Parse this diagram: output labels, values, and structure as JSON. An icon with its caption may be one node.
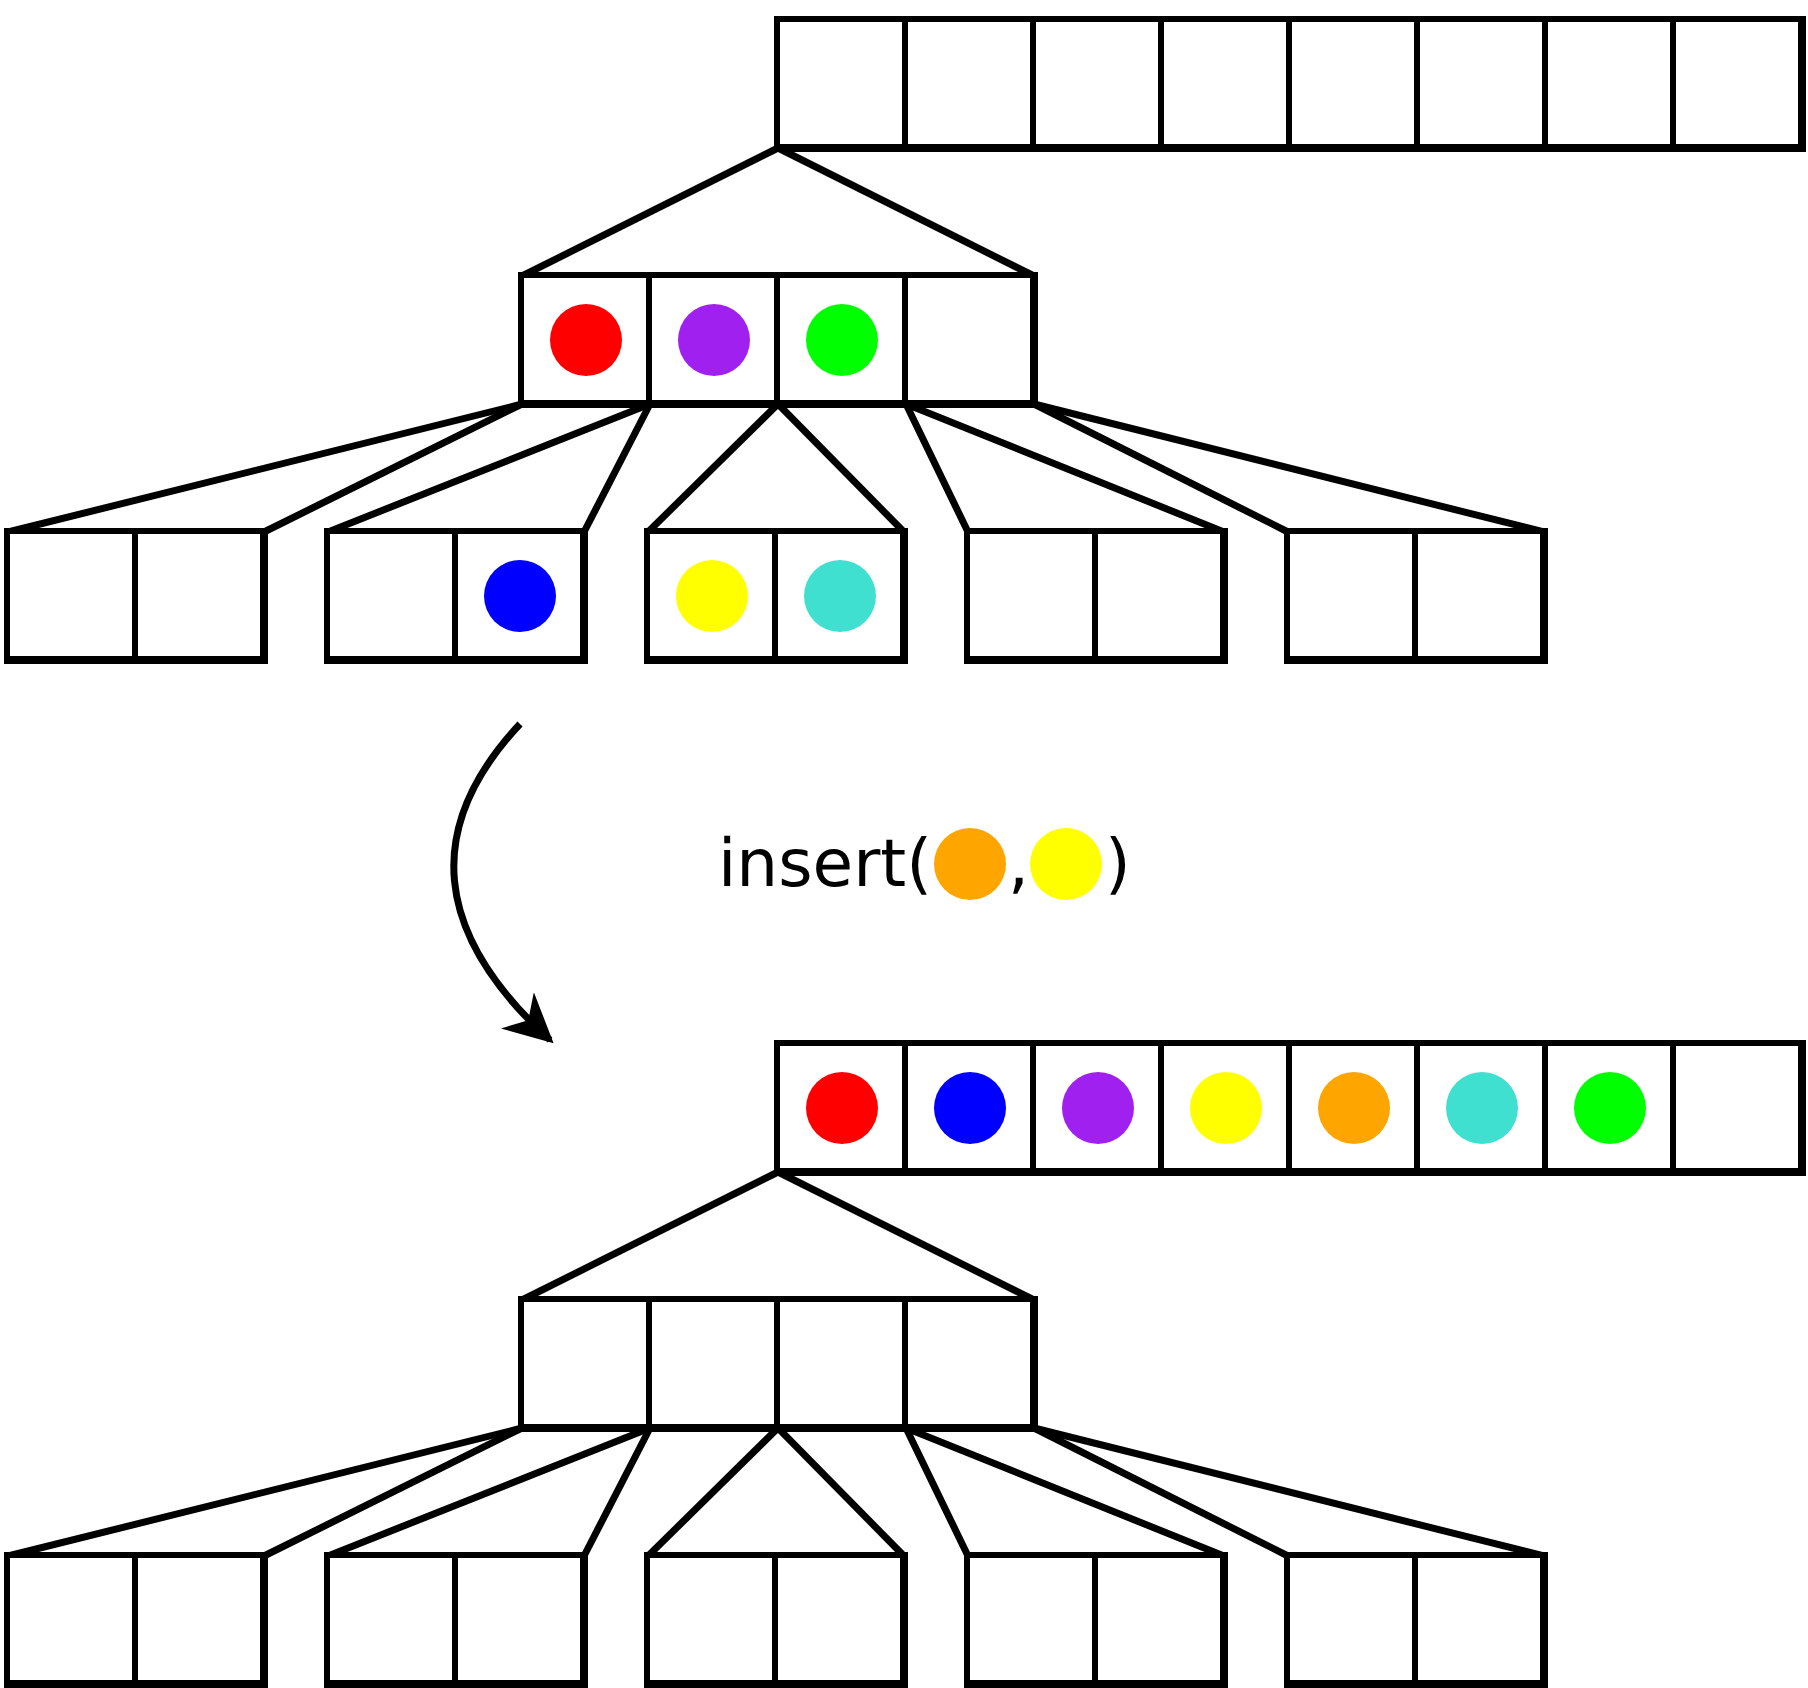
{
  "diagram": {
    "nodes": [
      {
        "text": [],
        "shape": "box"
      },
      {
        "text": [],
        "shape": "box",
        "in": 0
      },
      {
        "text": [],
        "shape": "box",
        "in": 0
      },
      {
        "text": [],
        "shape": "box",
        "in": 0
      },
      {
        "text": [],
        "shape": "box",
        "in": 0
      },
      {
        "text": [],
        "shape": "box",
        "in": 0
      },
      {
        "text": [],
        "shape": "box",
        "in": 0
      },
      {
        "text": [],
        "shape": "box",
        "in": 0
      },
      {
        "text": [],
        "shape": "box",
        "in": 0
      },
      {
        "text": [],
        "shape": "box"
      },
      {
        "text": [],
        "shape": "box",
        "in": 9
      },
      {
        "text": [],
        "shape": "circle",
        "in": 10
      },
      {
        "text": [],
        "shape": "box",
        "in": 9
      },
      {
        "text": [],
        "shape": "circle",
        "in": 12
      },
      {
        "text": [],
        "shape": "box",
        "in": 9
      },
      {
        "text": [],
        "shape": "circle",
        "in": 14
      },
      {
        "text": [],
        "shape": "box",
        "in": 9
      },
      {
        "text": [],
        "shape": "box"
      },
      {
        "text": [],
        "shape": "box",
        "in": 17
      },
      {
        "text": [],
        "shape": "box",
        "in": 17
      },
      {
        "text": [],
        "shape": "box"
      },
      {
        "text": [],
        "shape": "box",
        "in": 20
      },
      {
        "text": [],
        "shape": "box",
        "in": 20
      },
      {
        "text": [],
        "shape": "circle",
        "in": 22
      },
      {
        "text": [],
        "shape": "box"
      },
      {
        "text": [],
        "shape": "box",
        "in": 24
      },
      {
        "text": [],
        "shape": "circle",
        "in": 25
      },
      {
        "text": [],
        "shape": "box",
        "in": 24
      },
      {
        "text": [],
        "shape": "circle",
        "in": 27
      },
      {
        "text": [],
        "shape": "box"
      },
      {
        "text": [],
        "shape": "box",
        "in": 29
      },
      {
        "text": [],
        "shape": "box",
        "in": 29
      },
      {
        "text": [],
        "shape": "box"
      },
      {
        "text": [],
        "shape": "box",
        "in": 32
      },
      {
        "text": [],
        "shape": "box",
        "in": 32
      },
      {
        "text": [
          "insert(",
          ",",
          ")"
        ]
      },
      {
        "text": [],
        "shape": "circle",
        "in": 35
      },
      {
        "text": [],
        "shape": "circle",
        "in": 35
      },
      {
        "text": [],
        "shape": "box"
      },
      {
        "text": [],
        "shape": "box",
        "in": 38
      },
      {
        "text": [],
        "shape": "circle",
        "in": 39
      },
      {
        "text": [],
        "shape": "box",
        "in": 38
      },
      {
        "text": [],
        "shape": "circle",
        "in": 41
      },
      {
        "text": [],
        "shape": "box",
        "in": 38
      },
      {
        "text": [],
        "shape": "circle",
        "in": 43
      },
      {
        "text": [],
        "shape": "box",
        "in": 38
      },
      {
        "text": [],
        "shape": "circle",
        "in": 45
      },
      {
        "text": [],
        "shape": "box",
        "in": 38
      },
      {
        "text": [],
        "shape": "circle",
        "in": 47
      },
      {
        "text": [],
        "shape": "box",
        "in": 38
      },
      {
        "text": [],
        "shape": "circle",
        "in": 49
      },
      {
        "text": [],
        "shape": "box",
        "in": 38
      },
      {
        "text": [],
        "shape": "circle",
        "in": 51
      },
      {
        "text": [],
        "shape": "box",
        "in": 38
      },
      {
        "text": [],
        "shape": "box"
      },
      {
        "text": [],
        "shape": "box",
        "in": 54
      },
      {
        "text": [],
        "shape": "box",
        "in": 54
      },
      {
        "text": [],
        "shape": "box",
        "in": 54
      },
      {
        "text": [],
        "shape": "box",
        "in": 54
      },
      {
        "text": [],
        "shape": "box"
      },
      {
        "text": [],
        "shape": "box",
        "in": 59
      },
      {
        "text": [],
        "shape": "box",
        "in": 59
      },
      {
        "text": [],
        "shape": "box"
      },
      {
        "text": [],
        "shape": "box",
        "in": 62
      },
      {
        "text": [],
        "shape": "box",
        "in": 62
      },
      {
        "text": [],
        "shape": "box"
      },
      {
        "text": [],
        "shape": "box",
        "in": 65
      },
      {
        "text": [],
        "shape": "box",
        "in": 65
      },
      {
        "text": [],
        "shape": "box"
      },
      {
        "text": [],
        "shape": "box",
        "in": 68
      },
      {
        "text": [],
        "shape": "box",
        "in": 68
      },
      {
        "text": [],
        "shape": "box"
      },
      {
        "text": [],
        "shape": "box",
        "in": 71
      },
      {
        "text": [],
        "shape": "box",
        "in": 71
      }
    ],
    "edges": [
      {
        "from": 0,
        "to": 10,
        "arrow": "none"
      },
      {
        "from": 0,
        "to": 16,
        "arrow": "none"
      },
      {
        "from": 9,
        "to": 18,
        "arrow": "none"
      },
      {
        "from": 9,
        "to": 19,
        "arrow": "none"
      },
      {
        "from": 9,
        "to": 21,
        "arrow": "none"
      },
      {
        "from": 9,
        "to": 22,
        "arrow": "none"
      },
      {
        "from": 9,
        "to": 25,
        "arrow": "none"
      },
      {
        "from": 9,
        "to": 27,
        "arrow": "none"
      },
      {
        "from": 9,
        "to": 30,
        "arrow": "none"
      },
      {
        "from": 9,
        "to": 31,
        "arrow": "none"
      },
      {
        "from": 9,
        "to": 33,
        "arrow": "none"
      },
      {
        "from": 9,
        "to": 34,
        "arrow": "none"
      },
      {
        "from": 38,
        "to": 55,
        "arrow": "none"
      },
      {
        "from": 38,
        "to": 58,
        "arrow": "none"
      },
      {
        "from": 54,
        "to": 60,
        "arrow": "none"
      },
      {
        "from": 54,
        "to": 61,
        "arrow": "none"
      },
      {
        "from": 54,
        "to": 63,
        "arrow": "none"
      },
      {
        "from": 54,
        "to": 64,
        "arrow": "none"
      },
      {
        "from": 54,
        "to": 66,
        "arrow": "none"
      },
      {
        "from": 54,
        "to": 67,
        "arrow": "none"
      },
      {
        "from": 54,
        "to": 69,
        "arrow": "none"
      },
      {
        "from": 54,
        "to": 70,
        "arrow": "none"
      },
      {
        "from": 54,
        "to": 72,
        "arrow": "none"
      },
      {
        "from": 54,
        "to": 73,
        "arrow": "none"
      }
    ]
  }
}
